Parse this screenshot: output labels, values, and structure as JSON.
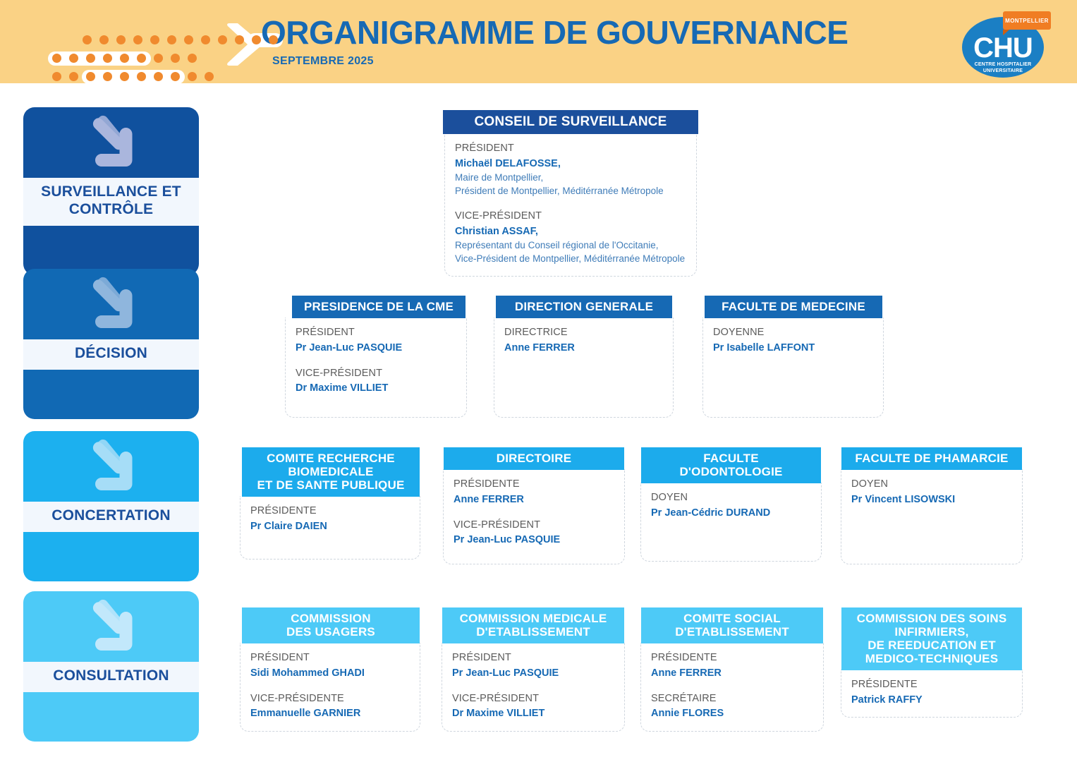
{
  "header": {
    "title": "ORGANIGRAMME DE GOUVERNANCE",
    "subtitle": "SEPTEMBRE 2025",
    "background_color": "#fad285",
    "title_color": "#1669b4",
    "logo": {
      "banner": "MONTPELLIER",
      "acronym": "CHU",
      "line1": "CENTRE HOSPITALIER",
      "line2": "UNIVERSITAIRE",
      "ellipse_color": "#1b7fc4",
      "banner_color": "#f07d23"
    },
    "decoration": {
      "dot_color": "#f08a2e",
      "pill_color": "#ffffff",
      "arrow_color": "#ffffff"
    }
  },
  "sidebar": {
    "items": [
      {
        "label": "SURVEILLANCE ET\nCONTRÔLE",
        "color": "#10519e",
        "icon_color": "#aab6dd",
        "icon": "arrow-down-right-icon"
      },
      {
        "label": "DÉCISION",
        "color": "#1169b4",
        "icon_color": "#8fb6dd",
        "icon": "arrow-down-right-icon"
      },
      {
        "label": "CONCERTATION",
        "color": "#1cb0ef",
        "icon_color": "#a6ddf7",
        "icon": "arrow-down-right-icon"
      },
      {
        "label": "CONSULTATION",
        "color": "#4dcaf7",
        "icon_color": "#c2e8fb",
        "icon": "arrow-down-right-icon"
      }
    ],
    "label_background": "#f2f7fd",
    "label_color": "#1b4f9c"
  },
  "rows": [
    {
      "level": "surveillance-et-controle",
      "header_color": "#1b4f9c",
      "cards": [
        {
          "title": "CONSEIL DE SURVEILLANCE",
          "entries": [
            {
              "role": "PRÉSIDENT",
              "person": "Michaël DELAFOSSE,",
              "details": [
                "Maire de Montpellier,",
                "Président de Montpellier, Méditérranée Métropole"
              ]
            },
            {
              "role": "VICE-PRÉSIDENT",
              "person": "Christian ASSAF,",
              "details": [
                "Représentant du Conseil régional de l'Occitanie,",
                "Vice-Président de Montpellier, Méditérranée Métropole"
              ]
            }
          ]
        }
      ]
    },
    {
      "level": "decision",
      "header_color": "#1669b4",
      "cards": [
        {
          "title": "PRESIDENCE DE LA CME",
          "entries": [
            {
              "role": "PRÉSIDENT",
              "person": "Pr Jean-Luc PASQUIE",
              "details": []
            },
            {
              "role": "VICE-PRÉSIDENT",
              "person": "Dr Maxime VILLIET",
              "details": []
            }
          ]
        },
        {
          "title": "DIRECTION GENERALE",
          "entries": [
            {
              "role": "DIRECTRICE",
              "person": "Anne FERRER",
              "details": []
            }
          ]
        },
        {
          "title": "FACULTE DE MEDECINE",
          "entries": [
            {
              "role": "DOYENNE",
              "person": "Pr Isabelle LAFFONT",
              "details": []
            }
          ]
        }
      ]
    },
    {
      "level": "concertation",
      "header_color": "#1cabec",
      "cards": [
        {
          "title": "COMITE RECHERCHE\nBIOMEDICALE\nET DE SANTE PUBLIQUE",
          "entries": [
            {
              "role": "PRÉSIDENTE",
              "person": "Pr Claire DAIEN",
              "details": []
            }
          ]
        },
        {
          "title": "DIRECTOIRE",
          "entries": [
            {
              "role": "PRÉSIDENTE",
              "person": "Anne FERRER",
              "details": []
            },
            {
              "role": "VICE-PRÉSIDENT",
              "person": "Pr Jean-Luc PASQUIE",
              "details": []
            }
          ]
        },
        {
          "title": "FACULTE\nD'ODONTOLOGIE",
          "entries": [
            {
              "role": "DOYEN",
              "person": "Pr Jean-Cédric DURAND",
              "details": []
            }
          ]
        },
        {
          "title": "FACULTE DE PHAMARCIE",
          "entries": [
            {
              "role": "DOYEN",
              "person": "Pr Vincent LISOWSKI",
              "details": []
            }
          ]
        }
      ]
    },
    {
      "level": "consultation",
      "header_color": "#4dcaf7",
      "cards": [
        {
          "title": "COMMISSION\nDES USAGERS",
          "entries": [
            {
              "role": "PRÉSIDENT",
              "person": "Sidi Mohammed GHADI",
              "details": []
            },
            {
              "role": "VICE-PRÉSIDENTE",
              "person": "Emmanuelle GARNIER",
              "details": []
            }
          ]
        },
        {
          "title": "COMMISSION MEDICALE\nD'ETABLISSEMENT",
          "entries": [
            {
              "role": "PRÉSIDENT",
              "person": "Pr Jean-Luc PASQUIE",
              "details": []
            },
            {
              "role": "VICE-PRÉSIDENT",
              "person": "Dr Maxime VILLIET",
              "details": []
            }
          ]
        },
        {
          "title": "COMITE SOCIAL\nD'ETABLISSEMENT",
          "entries": [
            {
              "role": "PRÉSIDENTE",
              "person": "Anne FERRER",
              "details": []
            },
            {
              "role": "SECRÉTAIRE",
              "person": "Annie FLORES",
              "details": []
            }
          ]
        },
        {
          "title": "COMMISSION DES SOINS\nINFIRMIERS,\nDE REEDUCATION ET\nMEDICO-TECHNIQUES",
          "entries": [
            {
              "role": "PRÉSIDENTE",
              "person": "Patrick RAFFY",
              "details": []
            }
          ]
        }
      ]
    }
  ]
}
